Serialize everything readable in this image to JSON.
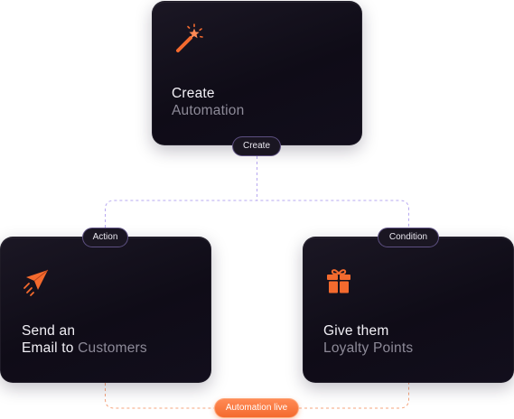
{
  "cards": {
    "create": {
      "line1": "Create",
      "line2": "Automation",
      "icon": "magic-wand-icon"
    },
    "action": {
      "line1": "Send an",
      "line2a": "Email to ",
      "line2b": "Customers",
      "icon": "paper-plane-icon"
    },
    "condition": {
      "line1": "Give them",
      "line2": "Loyalty Points",
      "icon": "gift-icon"
    }
  },
  "pills": {
    "create": "Create",
    "action": "Action",
    "condition": "Condition",
    "live": "Automation live"
  },
  "colors": {
    "accent": "#f46a2e",
    "card_bg": "#120e1c",
    "connector": "#b7a8f0",
    "live_connector": "#f6a57d"
  }
}
